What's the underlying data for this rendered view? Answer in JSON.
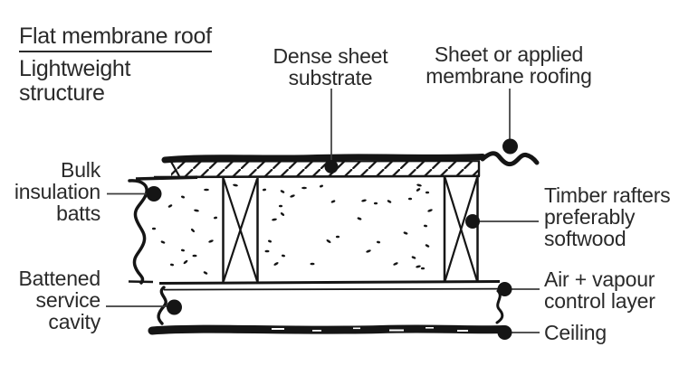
{
  "title": {
    "line1": "Flat membrane roof",
    "line2": "Lightweight structure"
  },
  "labels": {
    "dense_sheet_substrate": "Dense sheet\nsubstrate",
    "sheet_membrane_roofing": "Sheet or applied\nmembrane roofing",
    "bulk_insulation_batts": "Bulk\ninsulation\nbatts",
    "timber_rafters": "Timber rafters\npreferably\nsoftwood",
    "air_vapour_control": "Air + vapour\ncontrol layer",
    "ceiling": "Ceiling",
    "battened_service_cavity": "Battened\nservice\ncavity"
  },
  "colors": {
    "ink": "#151515",
    "text": "#2a2a2a",
    "leader": "#3c3c3c",
    "background": "#ffffff"
  }
}
